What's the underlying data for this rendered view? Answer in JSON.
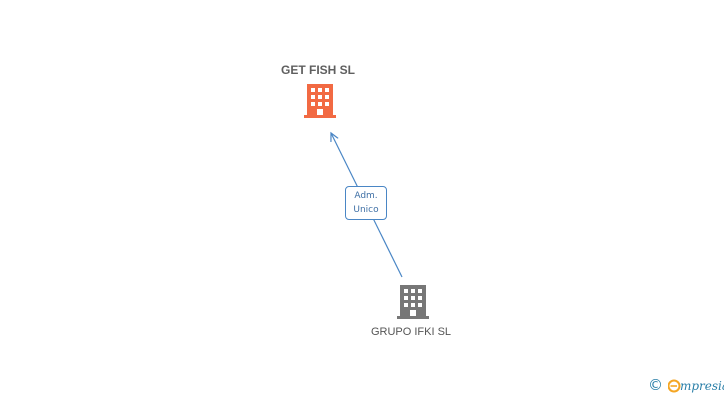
{
  "nodes": {
    "target": {
      "label": "GET FISH SL",
      "icon": "building-icon",
      "color": "#f26a43"
    },
    "source": {
      "label": "GRUPO IFKI  SL",
      "icon": "building-icon",
      "color": "#777777"
    }
  },
  "edge": {
    "label_line1": "Adm.",
    "label_line2": "Unico",
    "color": "#4a86c5"
  },
  "watermark": {
    "symbol": "©",
    "brand": "Empresia",
    "brand_color": "#2a7fa8",
    "accent_color": "#f5a623"
  }
}
